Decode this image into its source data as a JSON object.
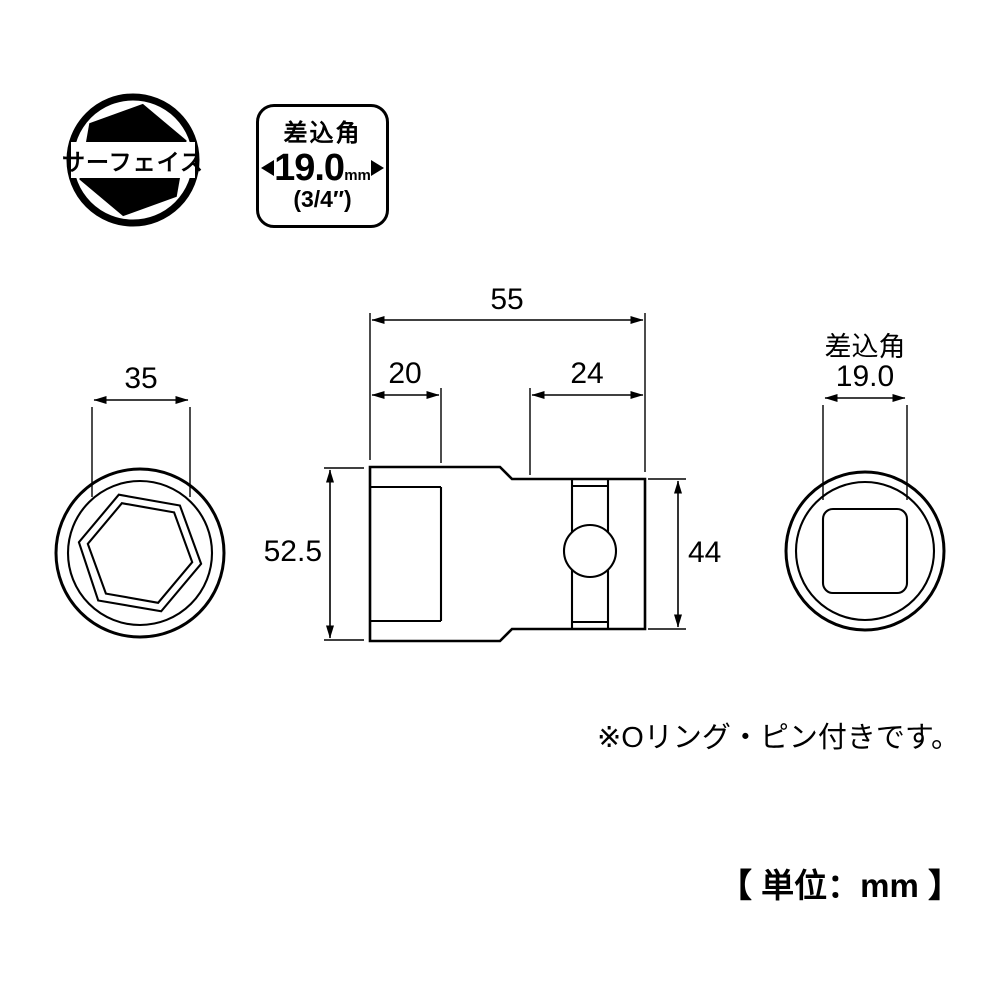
{
  "logo": {
    "label": "サーフェイス"
  },
  "drive_badge": {
    "title": "差込角",
    "size": "19.0",
    "unit": "mm",
    "inches": "(3/4″)"
  },
  "dims": {
    "front_width": "35",
    "total_length": "55",
    "bore_depth": "20",
    "drive_length": "24",
    "head_height": "52.5",
    "drive_height": "44",
    "rear_title": "差込角",
    "rear_size": "19.0"
  },
  "note": "※Oリング・ピン付きです。",
  "unit_note": "【 単位：mm 】",
  "colors": {
    "line": "#000000",
    "background": "#ffffff"
  }
}
